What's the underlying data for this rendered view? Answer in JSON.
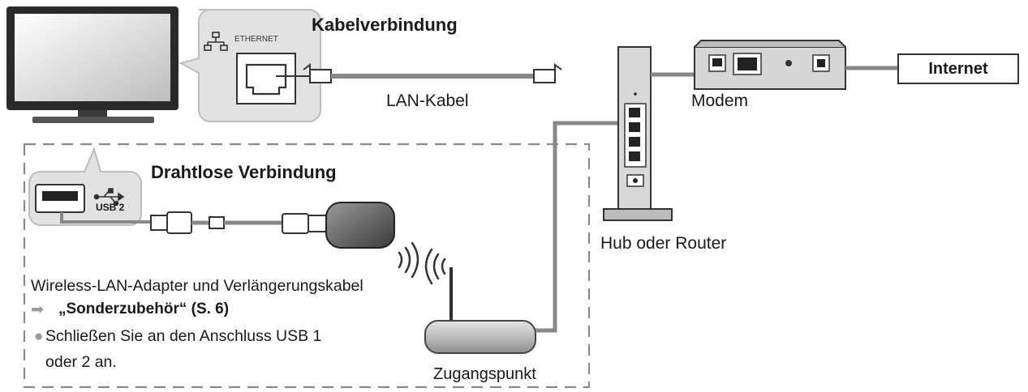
{
  "labels": {
    "cable_connection": "Kabelverbindung",
    "ethernet": "ETHERNET",
    "lan_cable": "LAN-Kabel",
    "modem": "Modem",
    "internet": "Internet",
    "wireless_connection": "Drahtlose Verbindung",
    "usb": "USB 2",
    "hub_router": "Hub oder Router",
    "wireless_adapter": "Wireless-LAN-Adapter und Verlängerungskabel",
    "accessory_ref": "„Sonderzubehör“ (S. 6)",
    "connect_line1": "Schließen Sie an den Anschluss USB 1",
    "connect_line2": "oder 2 an.",
    "access_point": "Zugangspunkt"
  },
  "icons": {
    "arrow": "➡",
    "bullet": "●"
  },
  "colors": {
    "stroke": "#2b2b2b",
    "fill_gray": "#bcbcbc",
    "dashed": "#8a8a8a"
  }
}
